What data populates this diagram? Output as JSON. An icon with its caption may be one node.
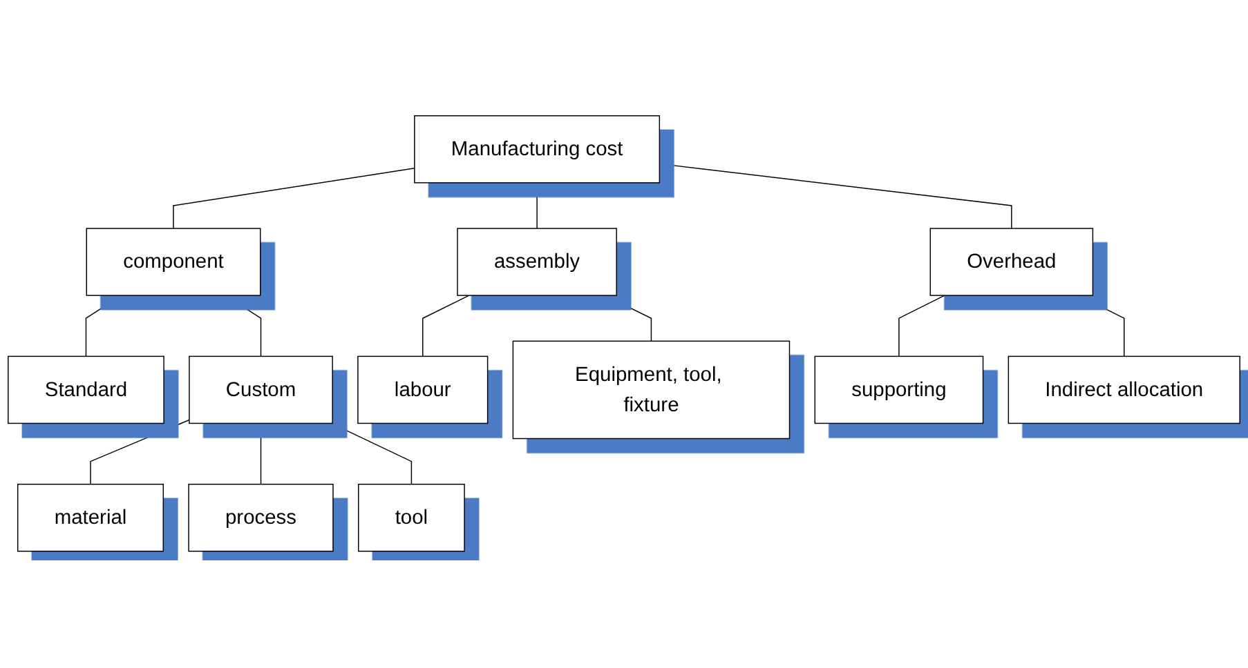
{
  "diagram": {
    "nodes": [
      {
        "text": [
          "Manufacturing cost"
        ]
      },
      {
        "text": [
          "component"
        ]
      },
      {
        "text": [
          "assembly"
        ]
      },
      {
        "text": [
          "Overhead"
        ]
      },
      {
        "text": [
          "Standard"
        ]
      },
      {
        "text": [
          "Custom"
        ]
      },
      {
        "text": [
          "labour"
        ]
      },
      {
        "text": [
          "Equipment, tool, fixture"
        ]
      },
      {
        "text": [
          "supporting"
        ]
      },
      {
        "text": [
          "Indirect allocation"
        ]
      },
      {
        "text": [
          "material"
        ]
      },
      {
        "text": [
          "process"
        ]
      },
      {
        "text": [
          "tool"
        ]
      }
    ],
    "edges": [
      {
        "from": 0,
        "to": 1,
        "arrow": "none"
      },
      {
        "from": 0,
        "to": 2,
        "arrow": "none"
      },
      {
        "from": 0,
        "to": 3,
        "arrow": "none"
      },
      {
        "from": 1,
        "to": 4,
        "arrow": "none"
      },
      {
        "from": 1,
        "to": 5,
        "arrow": "none"
      },
      {
        "from": 2,
        "to": 6,
        "arrow": "none"
      },
      {
        "from": 2,
        "to": 7,
        "arrow": "none"
      },
      {
        "from": 3,
        "to": 8,
        "arrow": "none"
      },
      {
        "from": 3,
        "to": 9,
        "arrow": "none"
      },
      {
        "from": 5,
        "to": 10,
        "arrow": "none"
      },
      {
        "from": 5,
        "to": 11,
        "arrow": "none"
      },
      {
        "from": 5,
        "to": 12,
        "arrow": "none"
      }
    ]
  }
}
